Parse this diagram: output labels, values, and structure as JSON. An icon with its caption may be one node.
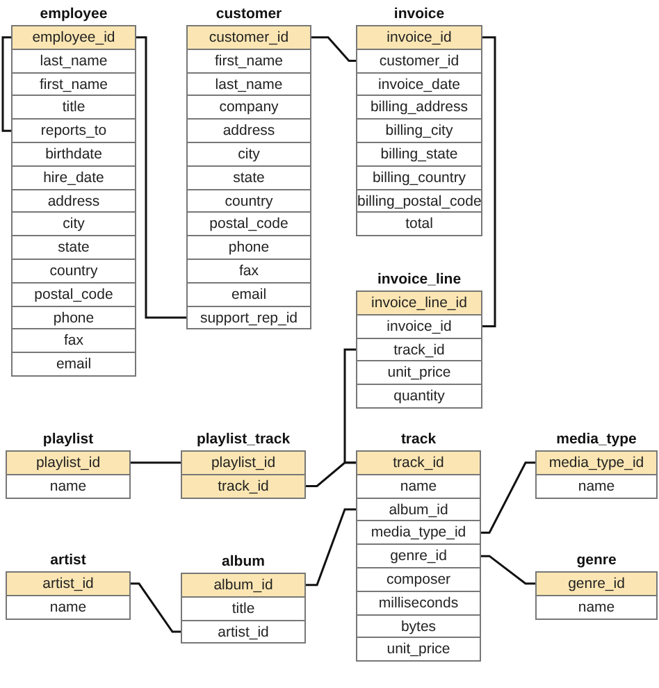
{
  "diagram": {
    "nodes": [
      {
        "text": [
          "employee"
        ]
      },
      {
        "text": [
          "employee_id"
        ],
        "in": 0
      },
      {
        "text": [
          "last_name"
        ],
        "in": 0
      },
      {
        "text": [
          "first_name"
        ],
        "in": 0
      },
      {
        "text": [
          "title"
        ],
        "in": 0
      },
      {
        "text": [
          "reports_to"
        ],
        "in": 0
      },
      {
        "text": [
          "birthdate"
        ],
        "in": 0
      },
      {
        "text": [
          "hire_date"
        ],
        "in": 0
      },
      {
        "text": [
          "address"
        ],
        "in": 0
      },
      {
        "text": [
          "city"
        ],
        "in": 0
      },
      {
        "text": [
          "state"
        ],
        "in": 0
      },
      {
        "text": [
          "country"
        ],
        "in": 0
      },
      {
        "text": [
          "postal_code"
        ],
        "in": 0
      },
      {
        "text": [
          "phone"
        ],
        "in": 0
      },
      {
        "text": [
          "fax"
        ],
        "in": 0
      },
      {
        "text": [
          "email"
        ],
        "in": 0
      },
      {
        "text": [
          "customer"
        ]
      },
      {
        "text": [
          "customer_id"
        ],
        "in": 16
      },
      {
        "text": [
          "first_name"
        ],
        "in": 16
      },
      {
        "text": [
          "last_name"
        ],
        "in": 16
      },
      {
        "text": [
          "company"
        ],
        "in": 16
      },
      {
        "text": [
          "address"
        ],
        "in": 16
      },
      {
        "text": [
          "city"
        ],
        "in": 16
      },
      {
        "text": [
          "state"
        ],
        "in": 16
      },
      {
        "text": [
          "country"
        ],
        "in": 16
      },
      {
        "text": [
          "postal_code"
        ],
        "in": 16
      },
      {
        "text": [
          "phone"
        ],
        "in": 16
      },
      {
        "text": [
          "fax"
        ],
        "in": 16
      },
      {
        "text": [
          "email"
        ],
        "in": 16
      },
      {
        "text": [
          "support_rep_id"
        ],
        "in": 16
      },
      {
        "text": [
          "invoice"
        ]
      },
      {
        "text": [
          "invoice_id"
        ],
        "in": 30
      },
      {
        "text": [
          "customer_id"
        ],
        "in": 30
      },
      {
        "text": [
          "invoice_date"
        ],
        "in": 30
      },
      {
        "text": [
          "billing_address"
        ],
        "in": 30
      },
      {
        "text": [
          "billing_city"
        ],
        "in": 30
      },
      {
        "text": [
          "billing_state"
        ],
        "in": 30
      },
      {
        "text": [
          "billing_country"
        ],
        "in": 30
      },
      {
        "text": [
          "billing_postal_code"
        ],
        "in": 30
      },
      {
        "text": [
          "total"
        ],
        "in": 30
      },
      {
        "text": [
          "invoice_line"
        ]
      },
      {
        "text": [
          "invoice_line_id"
        ],
        "in": 40
      },
      {
        "text": [
          "invoice_id"
        ],
        "in": 40
      },
      {
        "text": [
          "track_id"
        ],
        "in": 40
      },
      {
        "text": [
          "unit_price"
        ],
        "in": 40
      },
      {
        "text": [
          "quantity"
        ],
        "in": 40
      },
      {
        "text": [
          "playlist"
        ]
      },
      {
        "text": [
          "playlist_id"
        ],
        "in": 46
      },
      {
        "text": [
          "name"
        ],
        "in": 46
      },
      {
        "text": [
          "playlist_track"
        ]
      },
      {
        "text": [
          "playlist_id"
        ],
        "in": 49
      },
      {
        "text": [
          "track_id"
        ],
        "in": 49
      },
      {
        "text": [
          "track"
        ]
      },
      {
        "text": [
          "track_id"
        ],
        "in": 52
      },
      {
        "text": [
          "name"
        ],
        "in": 52
      },
      {
        "text": [
          "album_id"
        ],
        "in": 52
      },
      {
        "text": [
          "media_type_id"
        ],
        "in": 52
      },
      {
        "text": [
          "genre_id"
        ],
        "in": 52
      },
      {
        "text": [
          "composer"
        ],
        "in": 52
      },
      {
        "text": [
          "milliseconds"
        ],
        "in": 52
      },
      {
        "text": [
          "bytes"
        ],
        "in": 52
      },
      {
        "text": [
          "unit_price"
        ],
        "in": 52
      },
      {
        "text": [
          "media_type"
        ]
      },
      {
        "text": [
          "media_type_id"
        ],
        "in": 62
      },
      {
        "text": [
          "name"
        ],
        "in": 62
      },
      {
        "text": [
          "artist"
        ]
      },
      {
        "text": [
          "artist_id"
        ],
        "in": 65
      },
      {
        "text": [
          "name"
        ],
        "in": 65
      },
      {
        "text": [
          "album"
        ]
      },
      {
        "text": [
          "album_id"
        ],
        "in": 68
      },
      {
        "text": [
          "title"
        ],
        "in": 68
      },
      {
        "text": [
          "artist_id"
        ],
        "in": 68
      },
      {
        "text": [
          "genre"
        ]
      },
      {
        "text": [
          "genre_id"
        ],
        "in": 72
      },
      {
        "text": [
          "name"
        ],
        "in": 72
      }
    ],
    "edges": [
      {
        "from": 5,
        "to": 1,
        "arrow": "none"
      },
      {
        "from": 1,
        "to": 29,
        "arrow": "none"
      },
      {
        "from": 17,
        "to": 32,
        "arrow": "none"
      },
      {
        "from": 31,
        "to": 42,
        "arrow": "none"
      },
      {
        "from": 43,
        "to": 53,
        "arrow": "none"
      },
      {
        "from": 51,
        "to": 53,
        "arrow": "none"
      },
      {
        "from": 47,
        "to": 50,
        "arrow": "none"
      },
      {
        "from": 69,
        "to": 55,
        "arrow": "none"
      },
      {
        "from": 66,
        "to": 71,
        "arrow": "none"
      },
      {
        "from": 56,
        "to": 63,
        "arrow": "none"
      },
      {
        "from": 57,
        "to": 73,
        "arrow": "none"
      }
    ]
  }
}
